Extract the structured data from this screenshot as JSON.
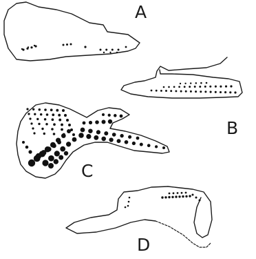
{
  "figure": {
    "panels": [
      {
        "id": "A",
        "label": "A"
      },
      {
        "id": "B",
        "label": "B"
      },
      {
        "id": "C",
        "label": "C"
      },
      {
        "id": "D",
        "label": "D"
      }
    ]
  },
  "colors": {
    "ink": "#1a1a1a",
    "background": "#ffffff"
  }
}
